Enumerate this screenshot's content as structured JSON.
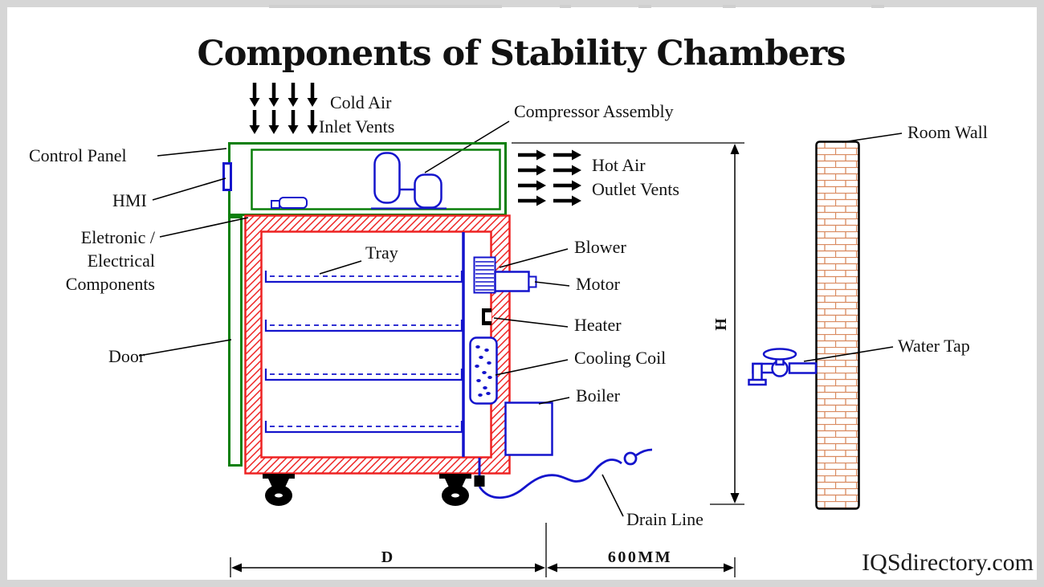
{
  "title": "Components of Stability Chambers",
  "watermark": "IQSdirectory.com",
  "labels": {
    "cold_air": "Cold Air",
    "inlet_vents": "Inlet Vents",
    "compressor": "Compressor Assembly",
    "control_panel": "Control Panel",
    "hmi": "HMI",
    "electronic_1": "Eletronic /",
    "electronic_2": "Electrical",
    "electronic_3": "Components",
    "door": "Door",
    "hot_air": "Hot Air",
    "outlet_vents": "Outlet Vents",
    "tray": "Tray",
    "blower": "Blower",
    "motor": "Motor",
    "heater": "Heater",
    "cooling_coil": "Cooling Coil",
    "boiler": "Boiler",
    "drain_line": "Drain Line",
    "room_wall": "Room Wall",
    "water_tap": "Water Tap"
  },
  "dimensions": {
    "height": "H",
    "depth": "D",
    "wall_gap": "600MM"
  },
  "colors": {
    "chamber_red": "#ee2222",
    "cabinet_green": "#0a7f0a",
    "component_blue": "#1414cc",
    "brick_orange": "#d98a5f",
    "frame_gray": "#d6d6d6"
  }
}
